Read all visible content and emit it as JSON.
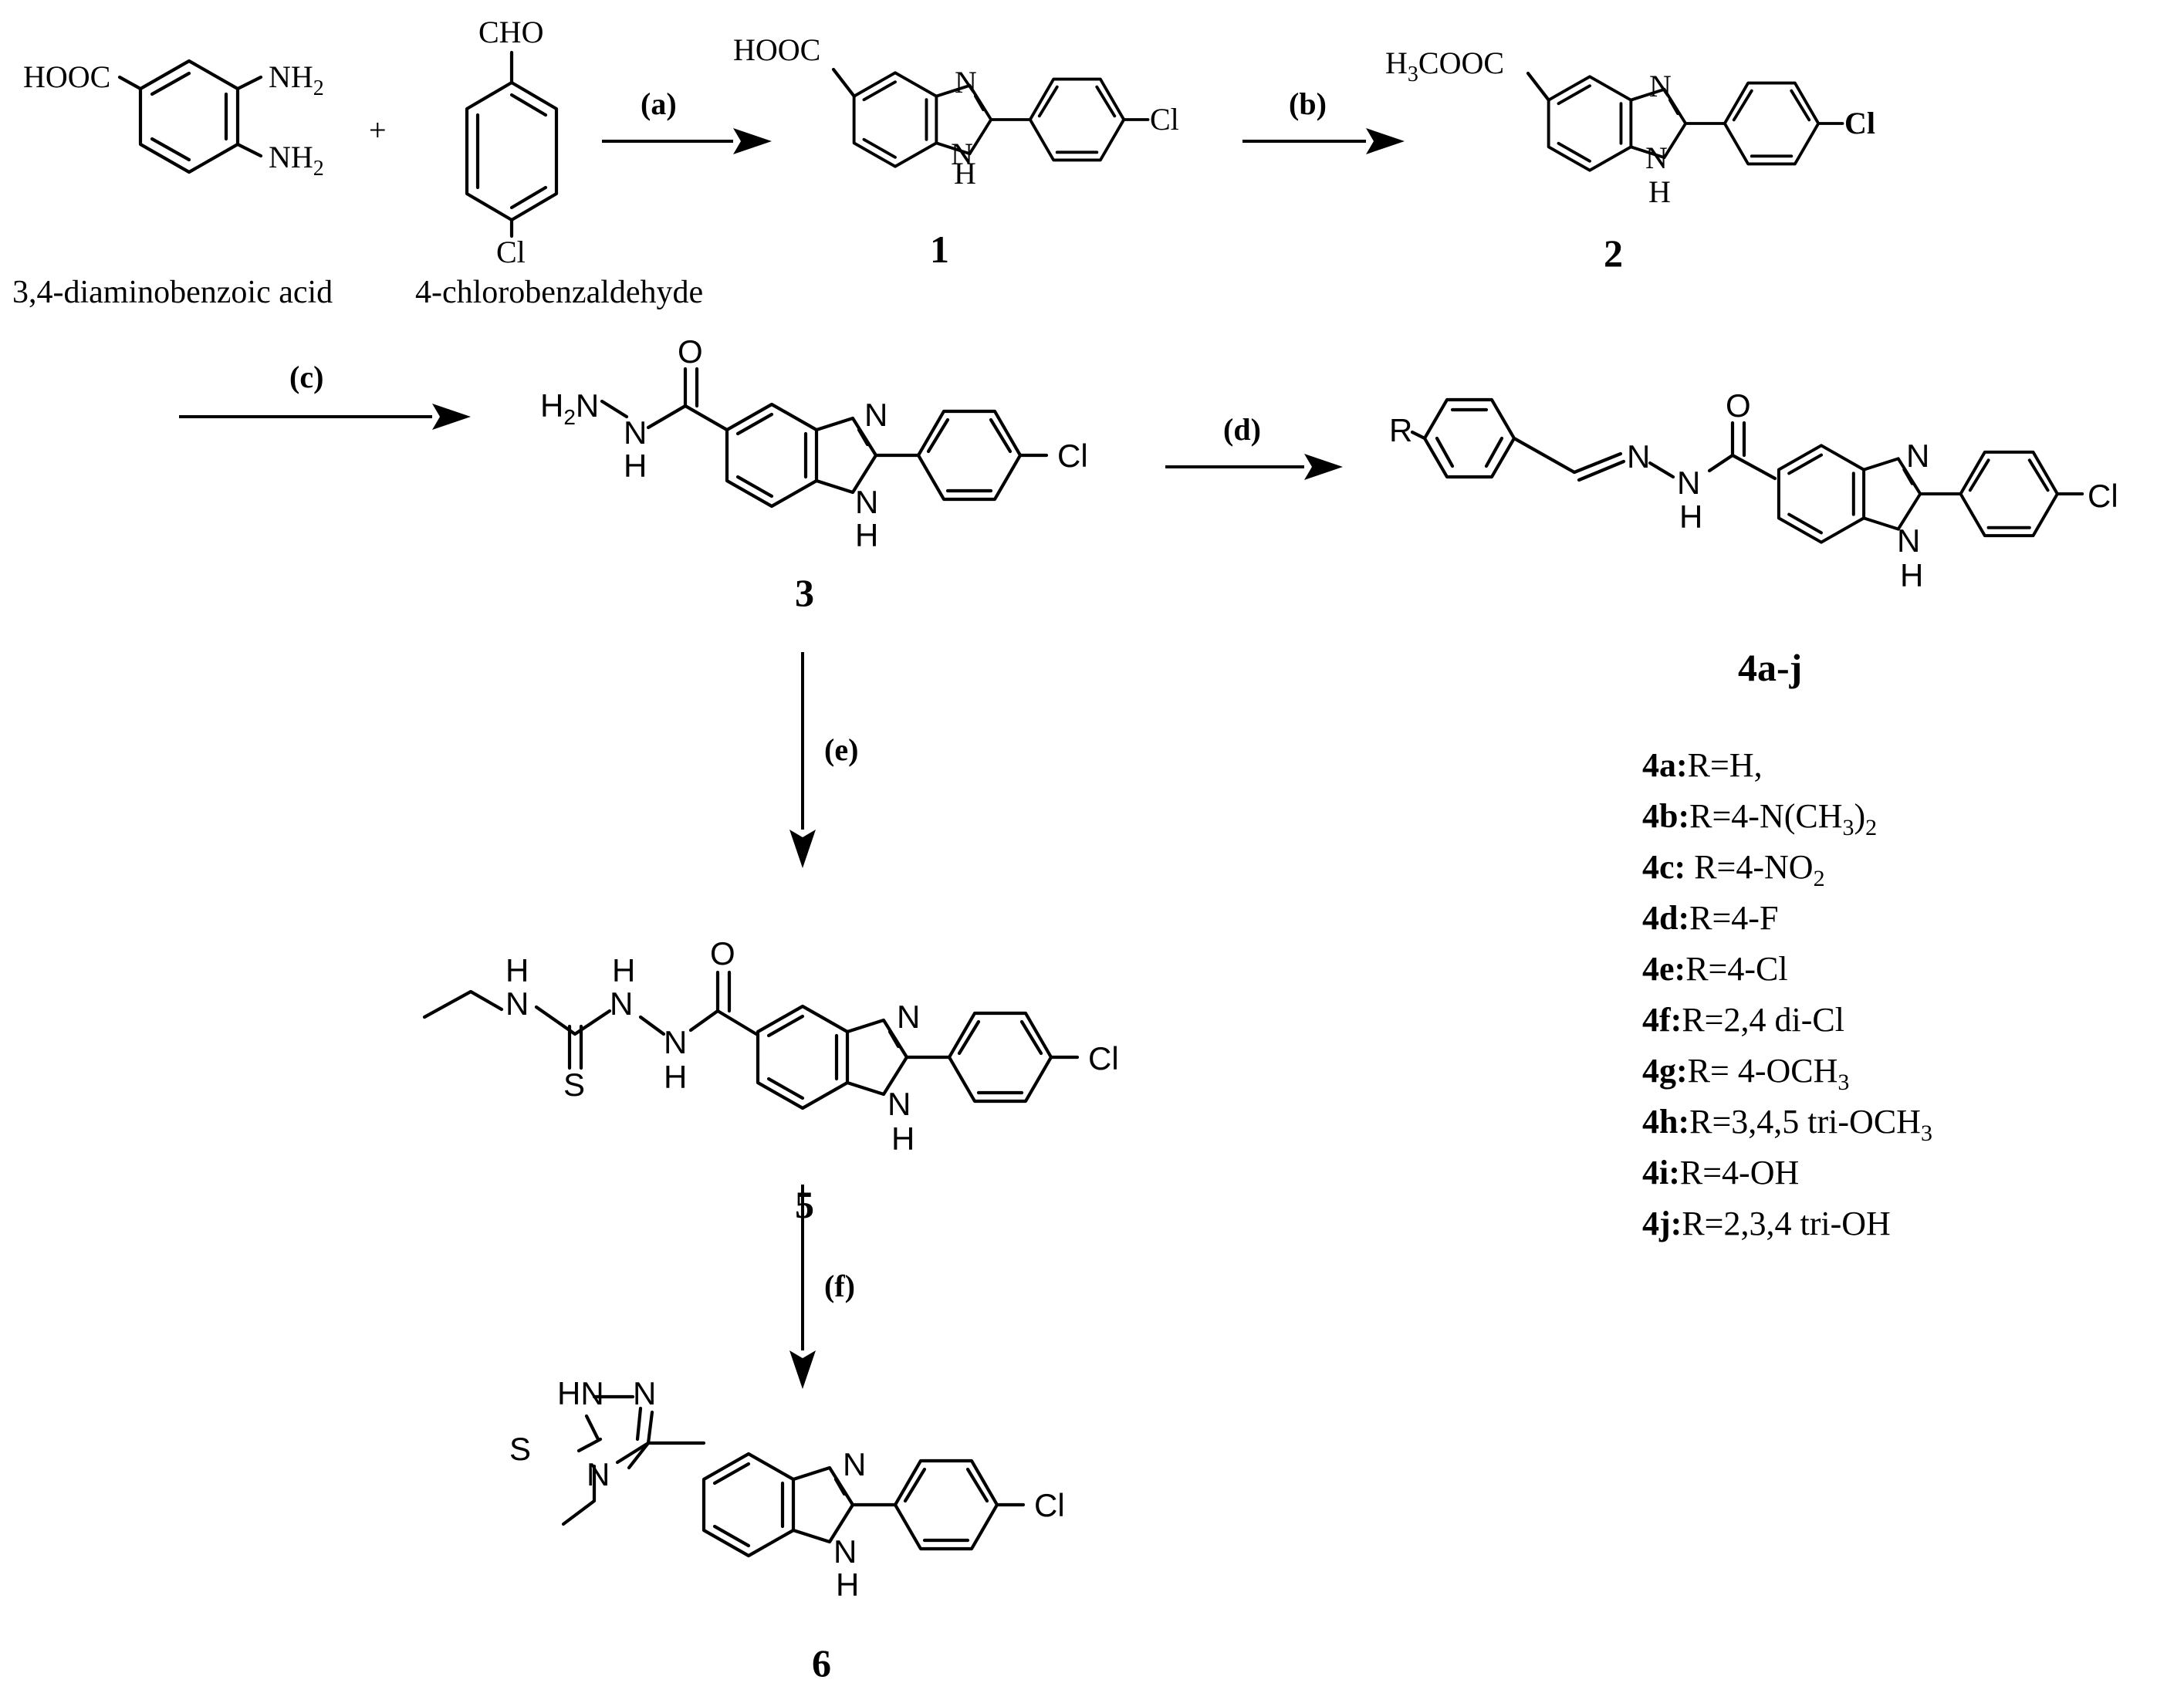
{
  "reactants": {
    "acid_name": "3,4-diaminobenzoic acid",
    "aldehyde_name": "4-chlorobenzaldehyde",
    "plus": "+",
    "acid_groups": {
      "cooh": "HOOC",
      "nh2_top": "NH",
      "nh2_bottom": "NH",
      "sub": "2"
    },
    "aldehyde_groups": {
      "cho": "CHO",
      "cl": "Cl"
    }
  },
  "atoms": {
    "N": "N",
    "NH": "NH",
    "H": "H",
    "Cl": "Cl",
    "O": "O",
    "S": "S",
    "R": "R",
    "N_H2": "N",
    "H2_head": "H",
    "sub2": "2"
  },
  "compound_1": {
    "number": "1",
    "group": "HOOC"
  },
  "compound_2": {
    "number": "2",
    "group_h": "H",
    "group_sub": "3",
    "group_rest": "COOC"
  },
  "compound_3": {
    "number": "3"
  },
  "compound_4": {
    "number": "4a-j"
  },
  "compound_5": {
    "number": "5"
  },
  "compound_6": {
    "number": "6"
  },
  "steps": {
    "a": "(a)",
    "b": "(b)",
    "c": "(c)",
    "d": "(d)",
    "e": "(e)",
    "f": "(f)"
  },
  "substituents": [
    {
      "code": "4a:",
      "text": "R=H,",
      "sub": "",
      "tail": ""
    },
    {
      "code": "4b:",
      "text": "R=4-N(CH",
      "sub": "3",
      "tail": ")",
      "sub2": "2"
    },
    {
      "code": "4c:",
      "text": " R=4-NO",
      "sub": "2",
      "tail": ""
    },
    {
      "code": "4d:",
      "text": "R=4-F",
      "sub": "",
      "tail": ""
    },
    {
      "code": "4e:",
      "text": "R=4-Cl",
      "sub": "",
      "tail": ""
    },
    {
      "code": "4f:",
      "text": "R=2,4 di-Cl",
      "sub": "",
      "tail": ""
    },
    {
      "code": "4g:",
      "text": "R= 4-OCH",
      "sub": "3",
      "tail": ""
    },
    {
      "code": "4h:",
      "text": "R=3,4,5 tri-OCH",
      "sub": "3",
      "tail": ""
    },
    {
      "code": "4i:",
      "text": "R=4-OH",
      "sub": "",
      "tail": ""
    },
    {
      "code": "4j:",
      "text": "R=2,3,4 tri-OH",
      "sub": "",
      "tail": ""
    }
  ]
}
